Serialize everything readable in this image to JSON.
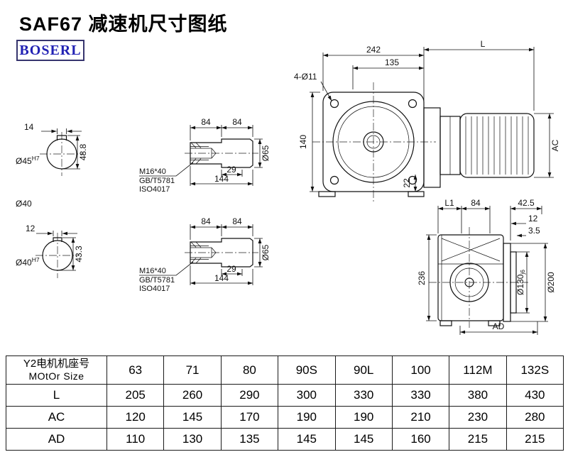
{
  "page": {
    "title": "SAF67 减速机尺寸图纸",
    "logo": "BOSERL"
  },
  "colors": {
    "logo_text": "#2222b4",
    "ink": "#111111"
  },
  "bore_section_top": {
    "keyway_width": "14",
    "dia": "Ø45",
    "tol": "H7",
    "dim_height": "48.8",
    "bore_label": "Ø40"
  },
  "bore_section_bottom": {
    "keyway_width": "12",
    "dia": "Ø40",
    "tol": "H7",
    "dim_height": "43.3"
  },
  "shaft_top": {
    "dim_84a": "84",
    "dim_84b": "84",
    "dim_29": "29",
    "dim_144": "144",
    "dim_dia": "Ø65",
    "bolt": "M16*40",
    "std_gb": "GB/T5781",
    "std_iso": "ISO4017"
  },
  "shaft_bottom": {
    "dim_84a": "84",
    "dim_84b": "84",
    "dim_29": "29",
    "dim_144": "144",
    "dim_dia": "Ø65",
    "bolt": "M16*40",
    "std_gb": "GB/T5781",
    "std_iso": "ISO4017"
  },
  "main_view": {
    "dim_242": "242",
    "dim_L": "L",
    "holes": "4-Ø11",
    "dim_135": "135",
    "dim_140": "140",
    "dim_22": "22",
    "dim_AC": "AC"
  },
  "side_view": {
    "dim_L1": "L1",
    "dim_84": "84",
    "dim_425": "42.5",
    "dim_12": "12",
    "dim_35": "3.5",
    "dim_236": "236",
    "dia_130": "Ø130",
    "tol_130": "j6",
    "dia_200": "Ø200",
    "dim_AD": "AD"
  },
  "table": {
    "header_cn": "Y2电机机座号",
    "header_en": "MOtOr Size",
    "sizes": [
      "63",
      "71",
      "80",
      "90S",
      "90L",
      "100",
      "112M",
      "132S"
    ],
    "rows": [
      {
        "label": "L",
        "values": [
          "205",
          "260",
          "290",
          "300",
          "330",
          "330",
          "380",
          "430"
        ]
      },
      {
        "label": "AC",
        "values": [
          "120",
          "145",
          "170",
          "190",
          "190",
          "210",
          "230",
          "280"
        ]
      },
      {
        "label": "AD",
        "values": [
          "110",
          "130",
          "135",
          "145",
          "145",
          "160",
          "215",
          "215"
        ]
      }
    ]
  }
}
